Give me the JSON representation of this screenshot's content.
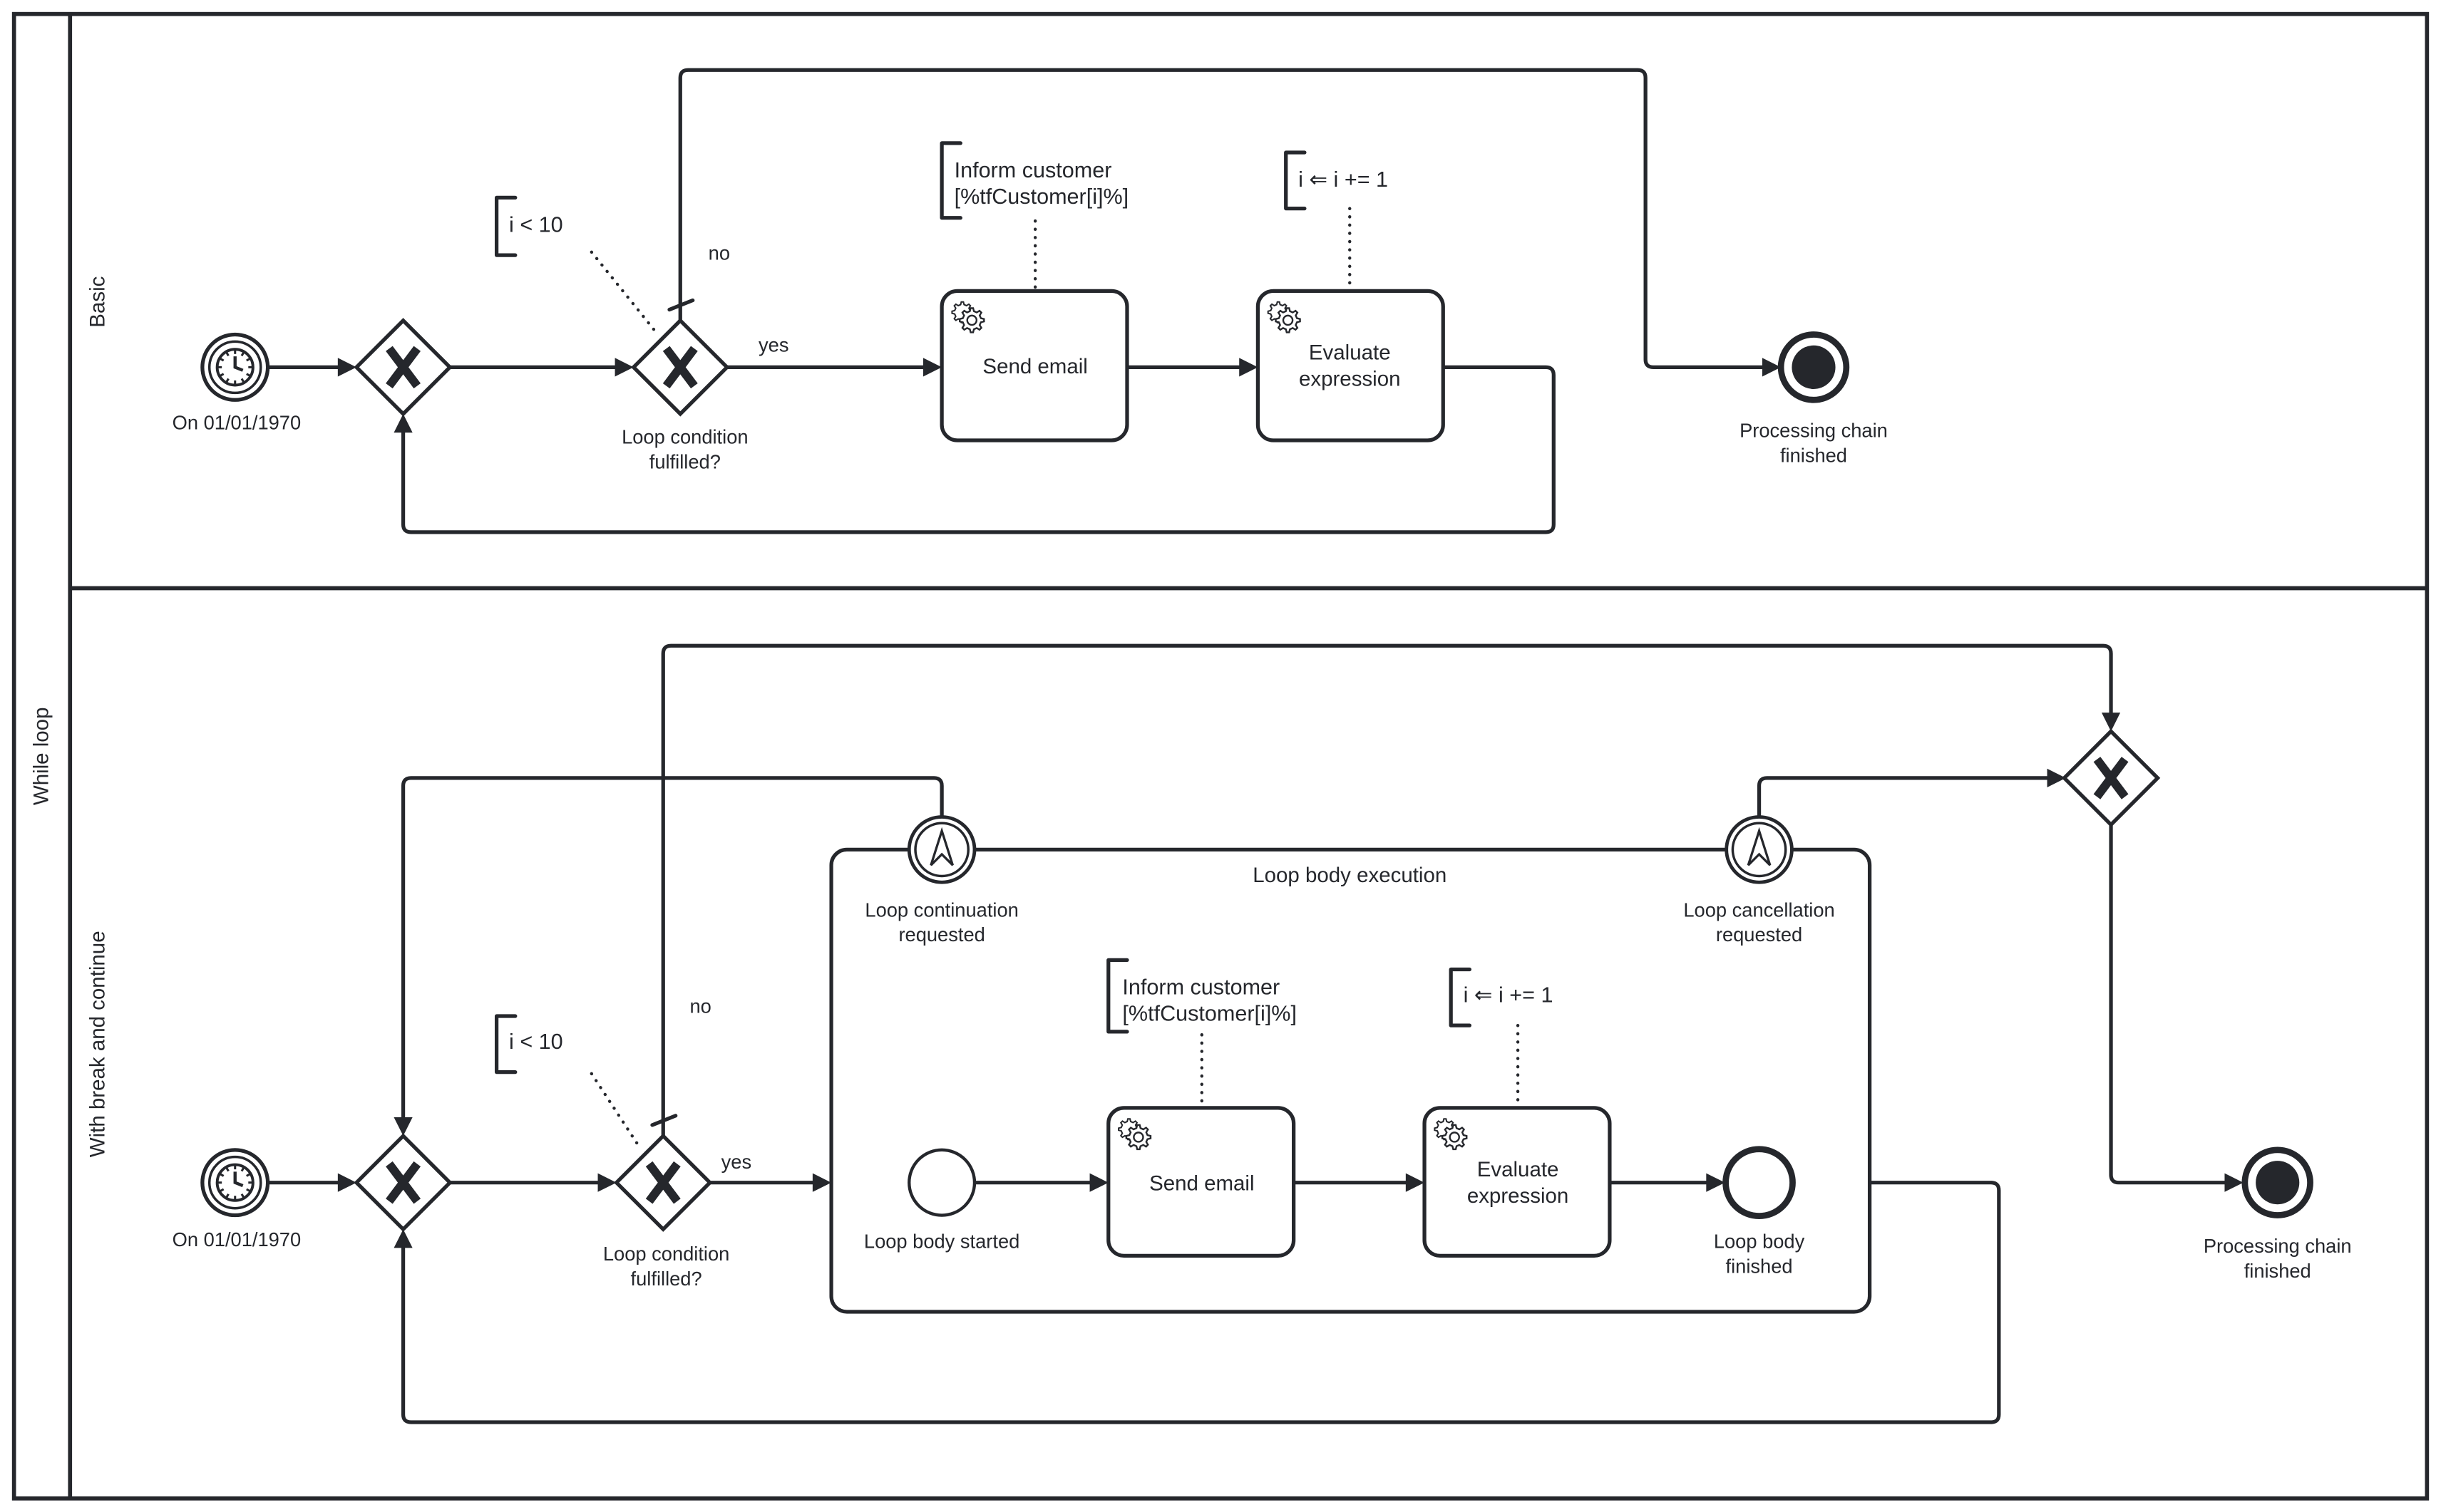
{
  "pool": {
    "label": "While loop"
  },
  "lanes": [
    {
      "label": "Basic",
      "start_event": {
        "type": "timer",
        "icon": "clock-icon",
        "label": "On 01/01/1970"
      },
      "merge_gateway": {
        "type": "exclusive",
        "marker": "X"
      },
      "condition_gateway": {
        "type": "exclusive",
        "marker": "X",
        "label_line1": "Loop condition",
        "label_line2": "fulfilled?"
      },
      "condition_annotation": "i < 10",
      "flow_no_label": "no",
      "flow_yes_label": "yes",
      "tasks": [
        {
          "label_line1": "Send email",
          "label_line2": "",
          "icon": "gear-icon",
          "annotation_line1": "Inform customer",
          "annotation_line2": "[%tfCustomer[i]%]"
        },
        {
          "label_line1": "Evaluate",
          "label_line2": "expression",
          "icon": "gear-icon",
          "annotation_line1": "i ⇐ i += 1",
          "annotation_line2": ""
        }
      ],
      "end_event": {
        "type": "terminate",
        "label_line1": "Processing chain",
        "label_line2": "finished"
      }
    },
    {
      "label": "With break and continue",
      "start_event": {
        "type": "timer",
        "icon": "clock-icon",
        "label": "On 01/01/1970"
      },
      "merge_gateway": {
        "type": "exclusive",
        "marker": "X"
      },
      "condition_gateway": {
        "type": "exclusive",
        "marker": "X",
        "label_line1": "Loop condition",
        "label_line2": "fulfilled?"
      },
      "condition_annotation": "i < 10",
      "flow_no_label": "no",
      "flow_yes_label": "yes",
      "subprocess": {
        "title": "Loop body execution",
        "start_event": {
          "label": "Loop body started"
        },
        "tasks": [
          {
            "label_line1": "Send email",
            "label_line2": "",
            "icon": "gear-icon",
            "annotation_line1": "Inform customer",
            "annotation_line2": "[%tfCustomer[i]%]"
          },
          {
            "label_line1": "Evaluate",
            "label_line2": "expression",
            "icon": "gear-icon",
            "annotation_line1": "i ⇐ i += 1",
            "annotation_line2": ""
          }
        ],
        "end_event": {
          "label_line1": "Loop body",
          "label_line2": "finished"
        },
        "boundary_events": [
          {
            "type": "escalation",
            "icon": "escalation-icon",
            "label_line1": "Loop continuation",
            "label_line2": "requested"
          },
          {
            "type": "escalation",
            "icon": "escalation-icon",
            "label_line1": "Loop cancellation",
            "label_line2": "requested"
          }
        ]
      },
      "join_gateway": {
        "type": "exclusive",
        "marker": "X"
      },
      "end_event": {
        "type": "terminate",
        "label_line1": "Processing chain",
        "label_line2": "finished"
      }
    }
  ],
  "colors": {
    "stroke": "#25272c",
    "background": "#ffffff"
  }
}
